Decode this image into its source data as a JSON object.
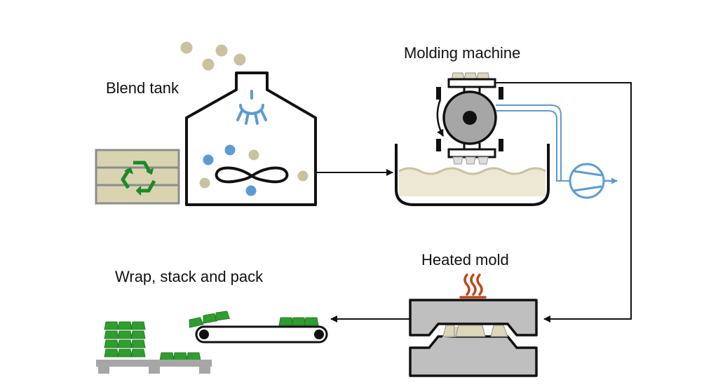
{
  "labels": {
    "blend_tank": "Blend tank",
    "molding_machine": "Molding machine",
    "heated_mold": "Heated mold",
    "wrap_stack_pack": "Wrap, stack and pack"
  },
  "colors": {
    "line": "#111111",
    "pellet_tan": "#c9c2a0",
    "dot_blue": "#5b9bd5",
    "recycle_green": "#1a8a2a",
    "product_green": "#2e9e2e",
    "pulp_tan": "#ddd7b9",
    "crate_fill": "#d9d3b0",
    "crate_edge": "#8c8c8c",
    "machine_grey": "#a6a6a6",
    "mold_grey": "#bfbfbf",
    "heat_orange": "#c0471c",
    "pump_blue": "#5b9bd5"
  },
  "icons": [
    "recycle-icon",
    "spray-nozzle-icon",
    "mixer-blade-icon",
    "pump-icon",
    "heat-icon"
  ]
}
